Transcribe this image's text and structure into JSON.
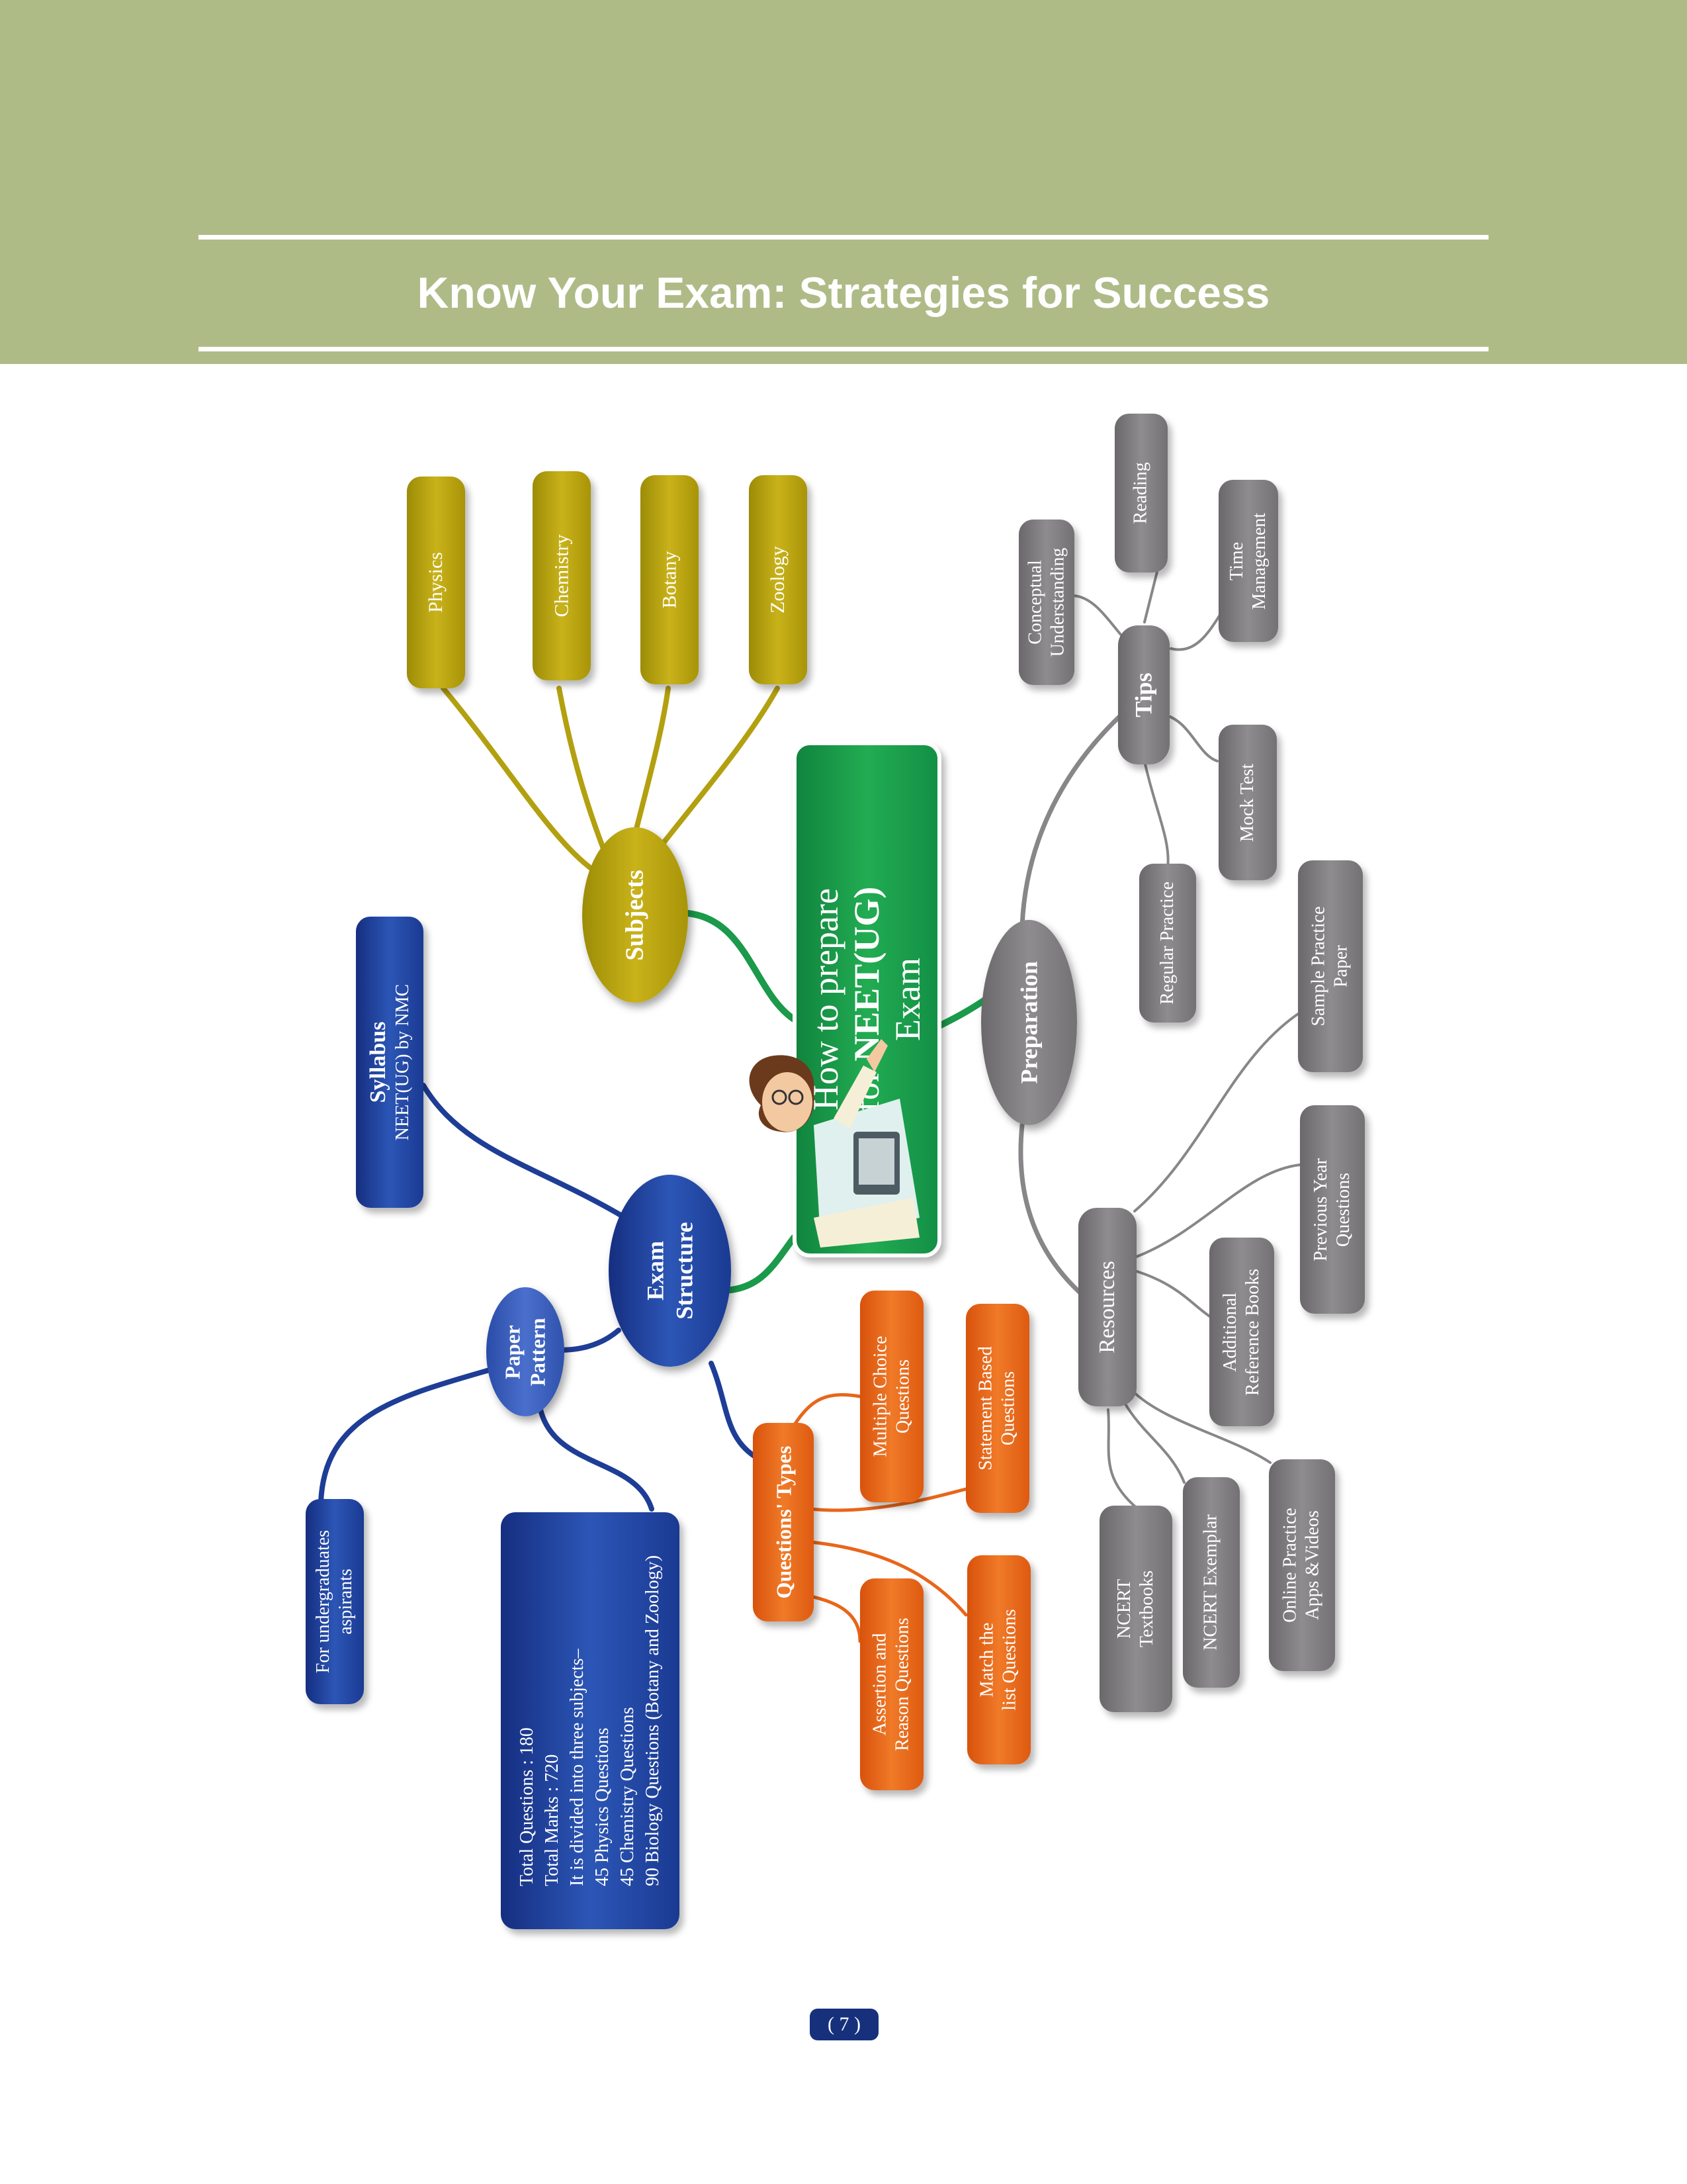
{
  "header": {
    "title": "Know Your Exam: Strategies for Success"
  },
  "center": {
    "line1": "How to prepare",
    "line2_prefix": "for ",
    "line2_bold": "NEET(UG)",
    "line3": "Exam"
  },
  "subjects": {
    "label": "Subjects",
    "items": [
      "Physics",
      "Chemistry",
      "Botany",
      "Zoology"
    ]
  },
  "exam_structure": {
    "line1": "Exam",
    "line2": "Structure",
    "syllabus": {
      "title": "Syllabus",
      "text": "NEET(UG) by NMC"
    },
    "paper_pattern": {
      "line1": "Paper",
      "line2": "Pattern",
      "audience_line1": "For undergraduates",
      "audience_line2": "aspirants",
      "details": [
        "Total Questions : 180",
        "Total Marks : 720",
        "It is divided into three subjects–",
        "45 Physics Questions",
        "45 Chemistry Questions",
        "90 Biology Questions (Botany and Zoology)"
      ]
    }
  },
  "question_types": {
    "label": "Questions' Types",
    "mcq": [
      "Multiple Choice",
      "Questions"
    ],
    "statement": [
      "Statement Based",
      "Questions"
    ],
    "assertion": [
      "Assertion and",
      "Reason Questions"
    ],
    "match": [
      "Match the",
      "list Questions"
    ]
  },
  "preparation": {
    "label": "Preparation",
    "tips": {
      "label": "Tips",
      "conceptual": [
        "Conceptual",
        "Understanding"
      ],
      "reading": "Reading",
      "time": [
        "Time",
        "Management"
      ],
      "mock": "Mock Test",
      "regular": "Regular Practice"
    },
    "resources": {
      "label": "Resources",
      "sample": [
        "Sample Practice",
        "Paper"
      ],
      "previous": [
        "Previous Year",
        "Questions"
      ],
      "additional": [
        "Additional",
        "Reference Books"
      ],
      "ncert_textbooks": [
        "NCERT",
        "Textbooks"
      ],
      "ncert_exemplar": "NCERT Exemplar",
      "online": [
        "Online Practice",
        "Apps &Videos"
      ]
    }
  },
  "footer": {
    "page": "( 7 )"
  },
  "colors": {
    "header_bg": "#aebb87",
    "olive": "#b8a210",
    "blue": "#1f3f98",
    "orange": "#e8661a",
    "gray": "#7f7d7f",
    "green": "#1a9a4a"
  }
}
